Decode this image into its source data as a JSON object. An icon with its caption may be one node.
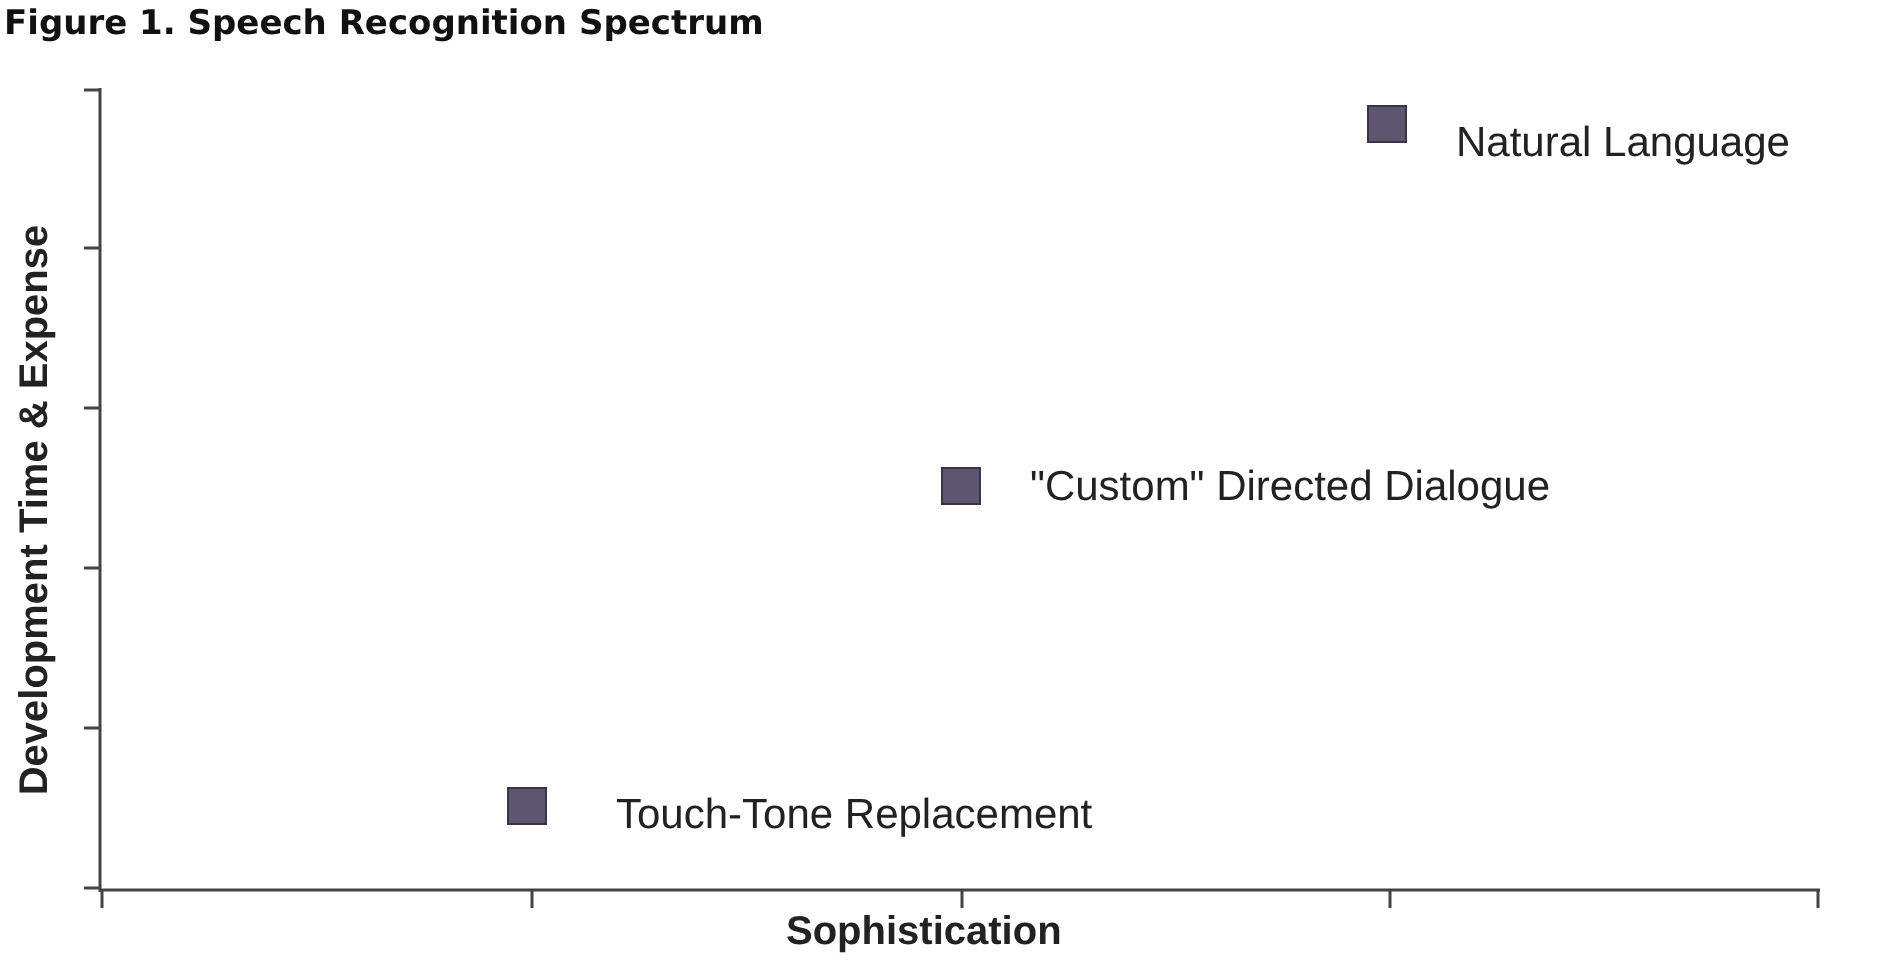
{
  "diagram": {
    "title": "Figure 1. Speech Recognition Spectrum",
    "labels": [
      "Natural Language",
      "\"Custom\" Directed Dialogue",
      "Development Time & Expense",
      "Touch-Tone Replacement",
      "Sophistication"
    ]
  }
}
